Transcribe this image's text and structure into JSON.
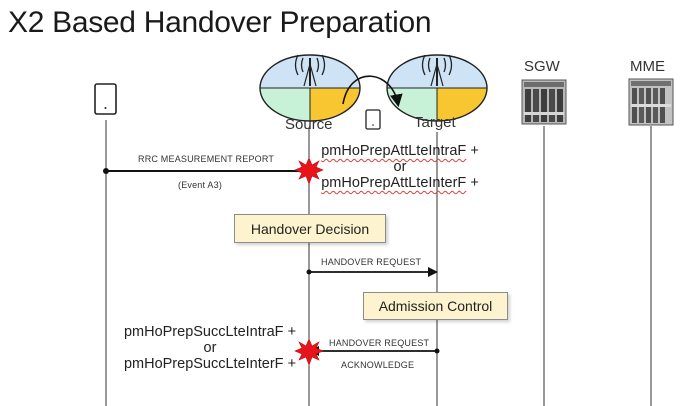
{
  "title": "X2 Based Handover Preparation",
  "nodes": {
    "source": "Source",
    "target": "Target",
    "sgw": "SGW",
    "mme": "MME"
  },
  "messages": {
    "rrc_report": "RRC MEASUREMENT REPORT",
    "event_a3": "(Event A3)",
    "ho_request": "HANDOVER REQUEST",
    "ho_request_ack_line1": "HANDOVER REQUEST",
    "ho_request_ack_line2": "ACKNOWLEDGE"
  },
  "boxes": {
    "handover_decision": "Handover Decision",
    "admission_control": "Admission Control"
  },
  "counters": {
    "att_intra": "pmHoPrepAttLteIntraF",
    "att_inter": "pmHoPrepAttLteInterF",
    "succ_intra": "pmHoPrepSuccLteIntraF",
    "succ_inter": "pmHoPrepSuccLteInterF",
    "plus": "+",
    "or": "or"
  },
  "colors": {
    "sector_green": "#c8f2d8",
    "sector_blue": "#cfe3f7",
    "sector_yellow": "#f7c631",
    "burst_red": "#e8141c",
    "box_fill": "#fdf3cf"
  },
  "icons": [
    "ue-phone-icon",
    "cell-tower-icon",
    "server-rack-icon",
    "explosion-burst-icon"
  ]
}
